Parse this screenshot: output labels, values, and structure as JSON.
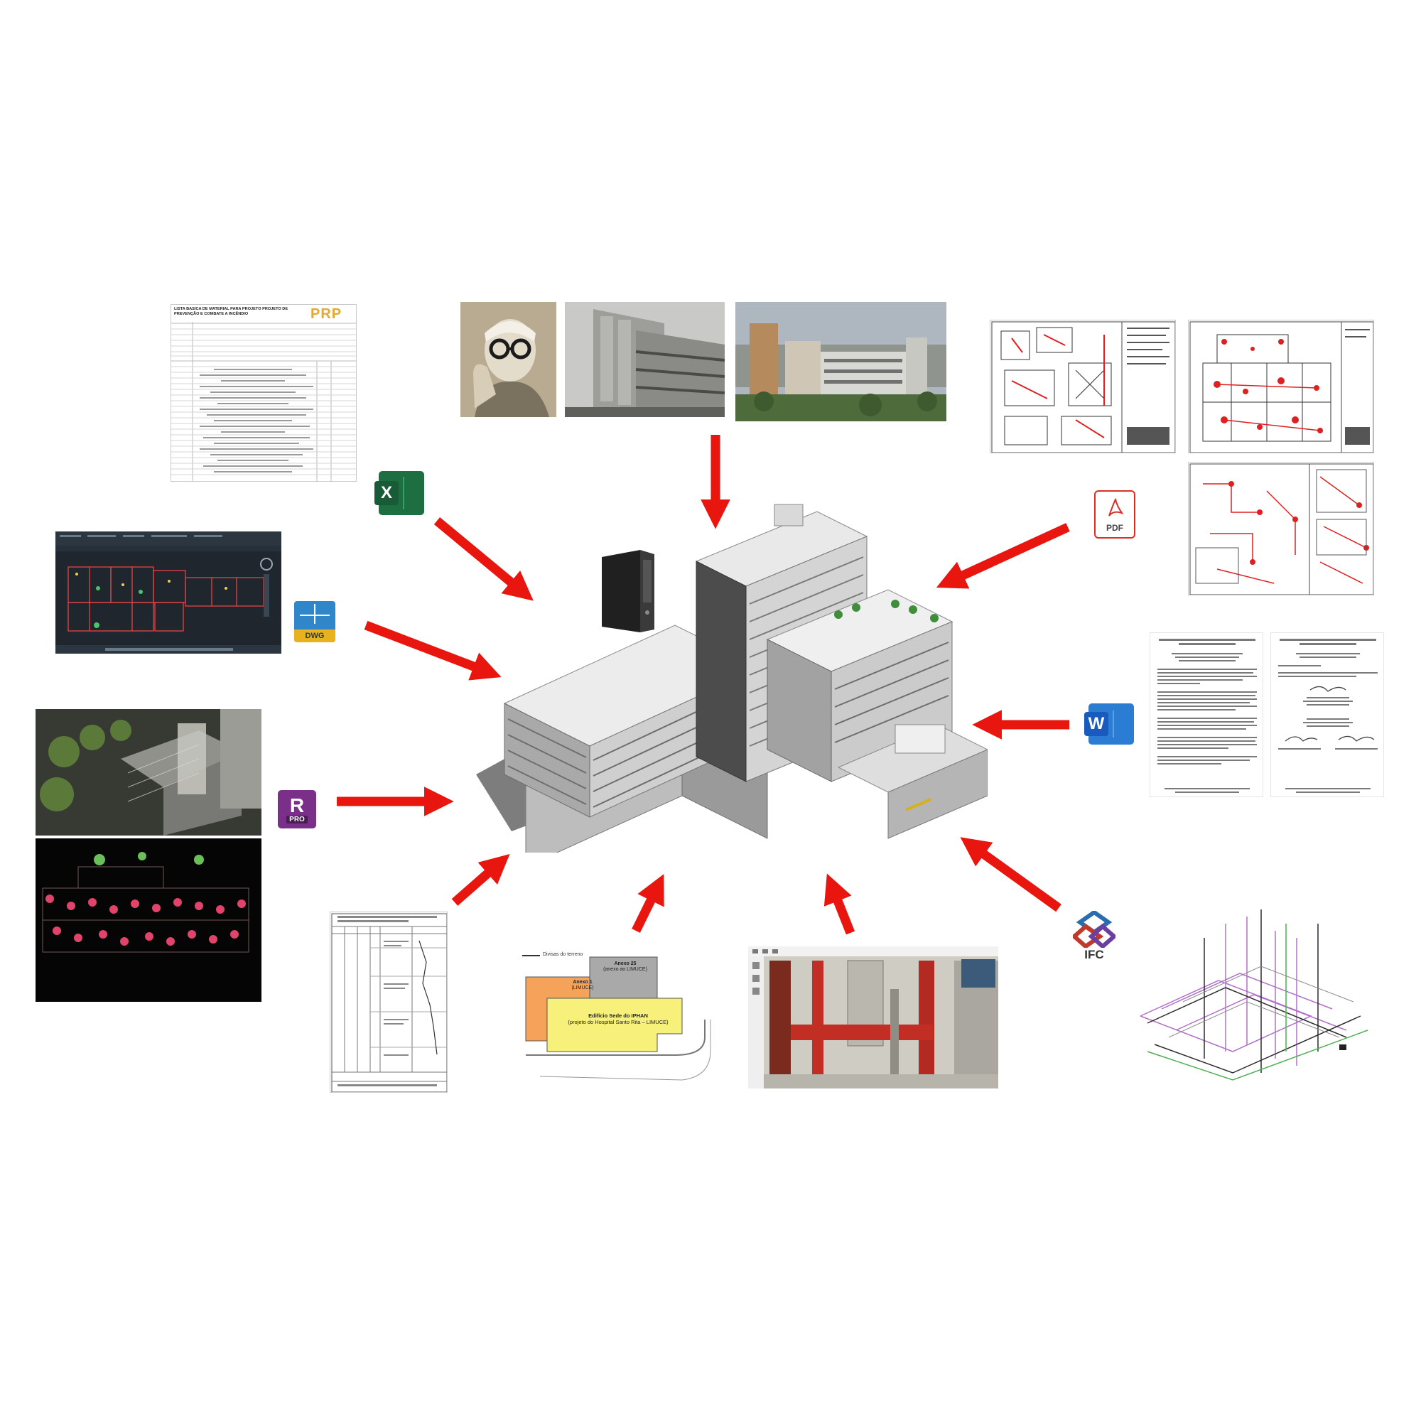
{
  "colors": {
    "arrow": "#e8160e",
    "excel": "#1d6f42",
    "dwg": "#2f86c9",
    "dwg_band": "#e9b21d",
    "pdf": "#d93025",
    "word": "#185abd",
    "revit": "#7a2f88",
    "ifc_a": "#2b6cb0",
    "ifc_b": "#c0392b",
    "ifc_c": "#6b3fa0"
  },
  "icons": {
    "excel": {
      "letter": "X"
    },
    "dwg": {
      "label": "DWG"
    },
    "pdf": {
      "label": "PDF"
    },
    "word": {
      "letter": "W"
    },
    "revit": {
      "letter": "R",
      "badge": "PRO"
    },
    "ifc": {
      "label": "IFC"
    }
  },
  "material_list": {
    "title": "LISTA BASICA DE MATERIAL PARA PROJETO PROJETO DE PREVENÇÃO E COMBATE A INCÊNDIO",
    "logo": "PRP"
  },
  "site_plan": {
    "legend": "Divisas do terreno",
    "annex_gray": "Anexo 25",
    "annex_gray_sub": "(anexo ao LIMUCE)",
    "annex_orange": "Anexo 1",
    "annex_orange_sub": "(LIMUCE)",
    "main": "Edifício Sede do IPHAN",
    "main_sub": "(projeto do Hospital Santo Rita – LIMUCE)"
  }
}
